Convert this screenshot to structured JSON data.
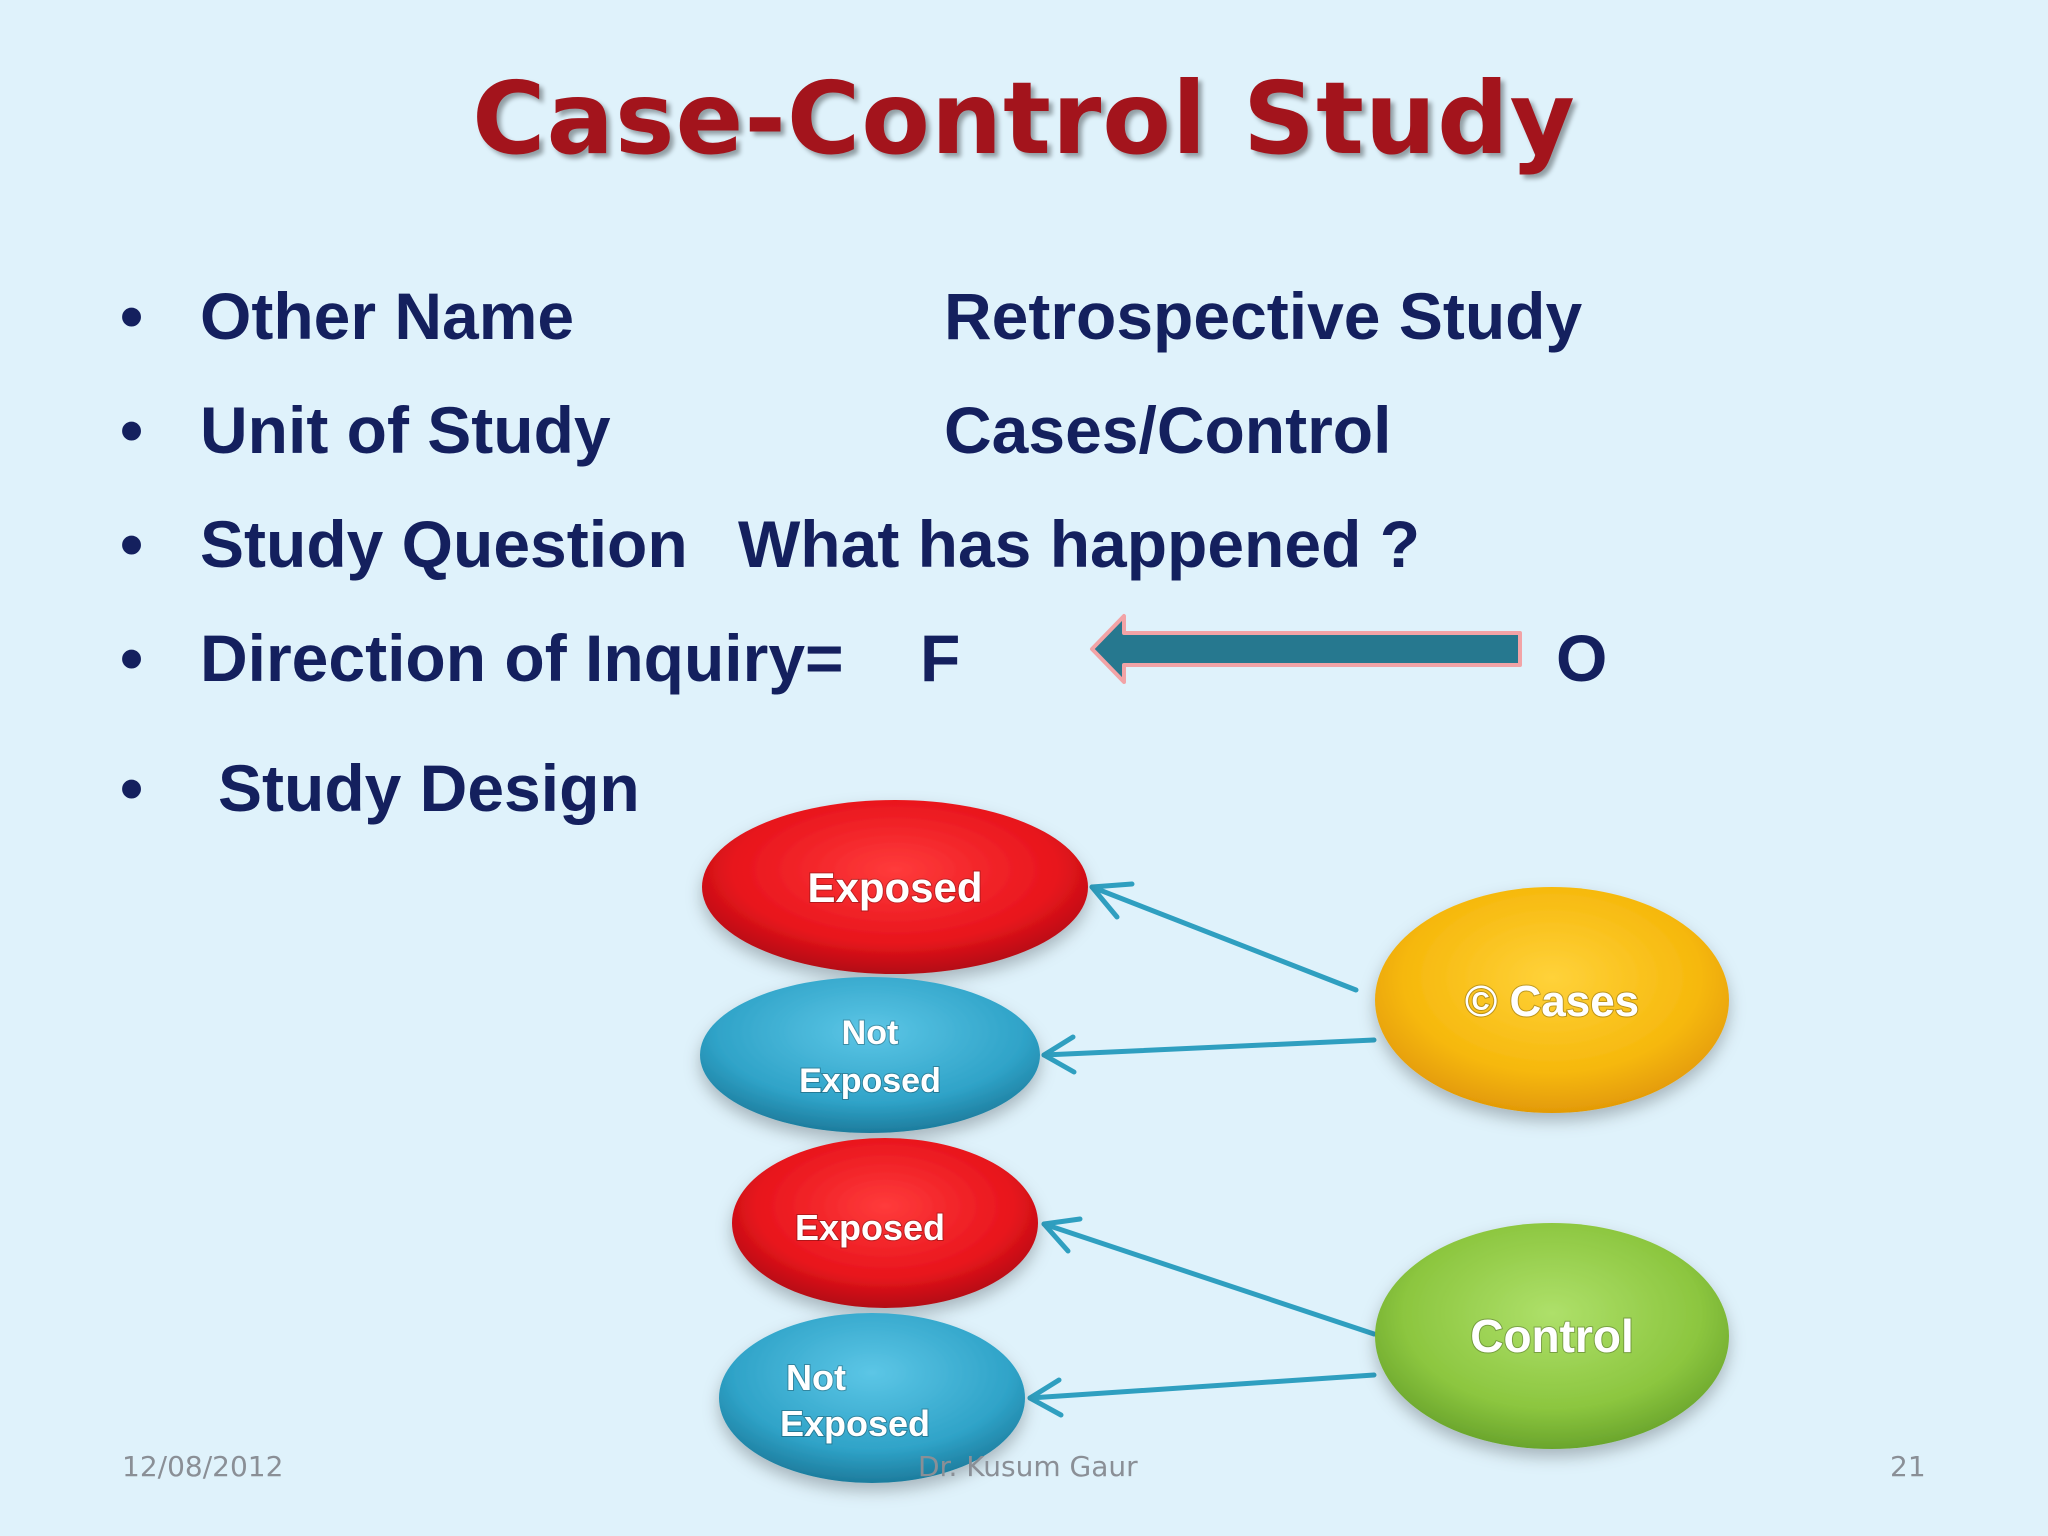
{
  "slide": {
    "title": "Case-Control Study",
    "bullet_symbol": "•",
    "items": [
      {
        "label": "Other Name",
        "value": "Retrospective Study"
      },
      {
        "label": "Unit of Study",
        "value": "Cases/Control"
      },
      {
        "label": "Study Question",
        "value": "What has happened ?"
      },
      {
        "label": "Direction of Inquiry=",
        "value": "F"
      },
      {
        "label": "Study Design",
        "value": ""
      }
    ],
    "direction_end": "O"
  },
  "diagram": {
    "exposed_1": "Exposed",
    "not_exposed_1_line1": "Not",
    "not_exposed_1_line2": "Exposed",
    "exposed_2": "Exposed",
    "not_exposed_2_line1": "Not",
    "not_exposed_2_line2": "Exposed",
    "cases": "© Cases",
    "control": "Control",
    "colors": {
      "exposed": "#e8141c",
      "not_exposed": "#2fa3c8",
      "cases": "#f6b80c",
      "control": "#8cc63f",
      "arrow": "#2f9fc0",
      "direction_arrow": "#26788f",
      "direction_arrow_border": "#f2a3a6"
    }
  },
  "footer": {
    "date": "12/08/2012",
    "author": "Dr. Kusum Gaur",
    "page": "21"
  }
}
